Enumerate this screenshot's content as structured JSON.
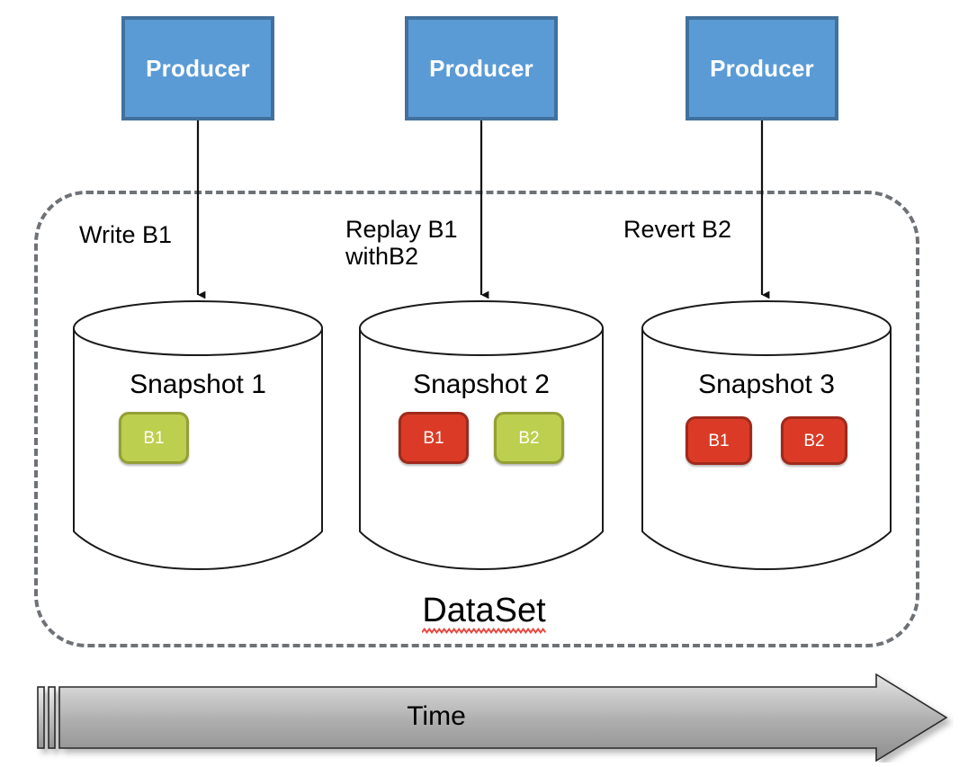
{
  "diagram": {
    "title": "DataSet",
    "timeline_label": "Time"
  },
  "producers": [
    {
      "label": "Producer"
    },
    {
      "label": "Producer"
    },
    {
      "label": "Producer"
    }
  ],
  "operations": [
    {
      "label": "Write B1"
    },
    {
      "label": "Replay B1\nwithB2"
    },
    {
      "label": "Revert B2"
    }
  ],
  "snapshots": [
    {
      "title": "Snapshot 1",
      "blocks": [
        {
          "label": "B1",
          "fill": "#BDCF4E",
          "stroke": "#949F36"
        }
      ]
    },
    {
      "title": "Snapshot 2",
      "blocks": [
        {
          "label": "B1",
          "fill": "#DB3B26",
          "stroke": "#9E2A1C"
        },
        {
          "label": "B2",
          "fill": "#BDCF4E",
          "stroke": "#949F36"
        }
      ]
    },
    {
      "title": "Snapshot 3",
      "blocks": [
        {
          "label": "B1",
          "fill": "#DB3B26",
          "stroke": "#9E2A1C"
        },
        {
          "label": "B2",
          "fill": "#DB3B26",
          "stroke": "#9E2A1C"
        }
      ]
    }
  ],
  "colors": {
    "producer_fill": "#5B9BD5",
    "producer_stroke": "#41719C",
    "dataset_border": "#6E7277",
    "block_green": "#BDCF4E",
    "block_green_stroke": "#949F36",
    "block_red": "#DB3B26",
    "block_red_stroke": "#9E2A1C",
    "cylinder_stroke": "#1a1a1a",
    "time_arrow_light": "#D9D9D9",
    "time_arrow_dark": "#8C8C8C",
    "spellcheck_underline": "#E8453C"
  }
}
